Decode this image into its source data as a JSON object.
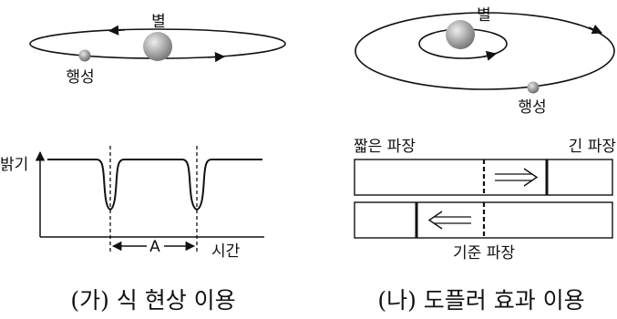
{
  "colors": {
    "ink": "#111111",
    "star_light": "#eeeeee",
    "star_dark": "#7a7a7a"
  },
  "panel_a": {
    "star_label": "별",
    "planet_label": "행성",
    "y_label": "밝기",
    "x_label": "시간",
    "period_label": "A",
    "caption": "(가) 식 현상 이용"
  },
  "panel_b": {
    "star_label": "별",
    "planet_label": "행성",
    "short_label": "짧은 파장",
    "long_label": "긴 파장",
    "reference_label": "기준 파장",
    "caption": "(나) 도플러 효과 이용"
  }
}
